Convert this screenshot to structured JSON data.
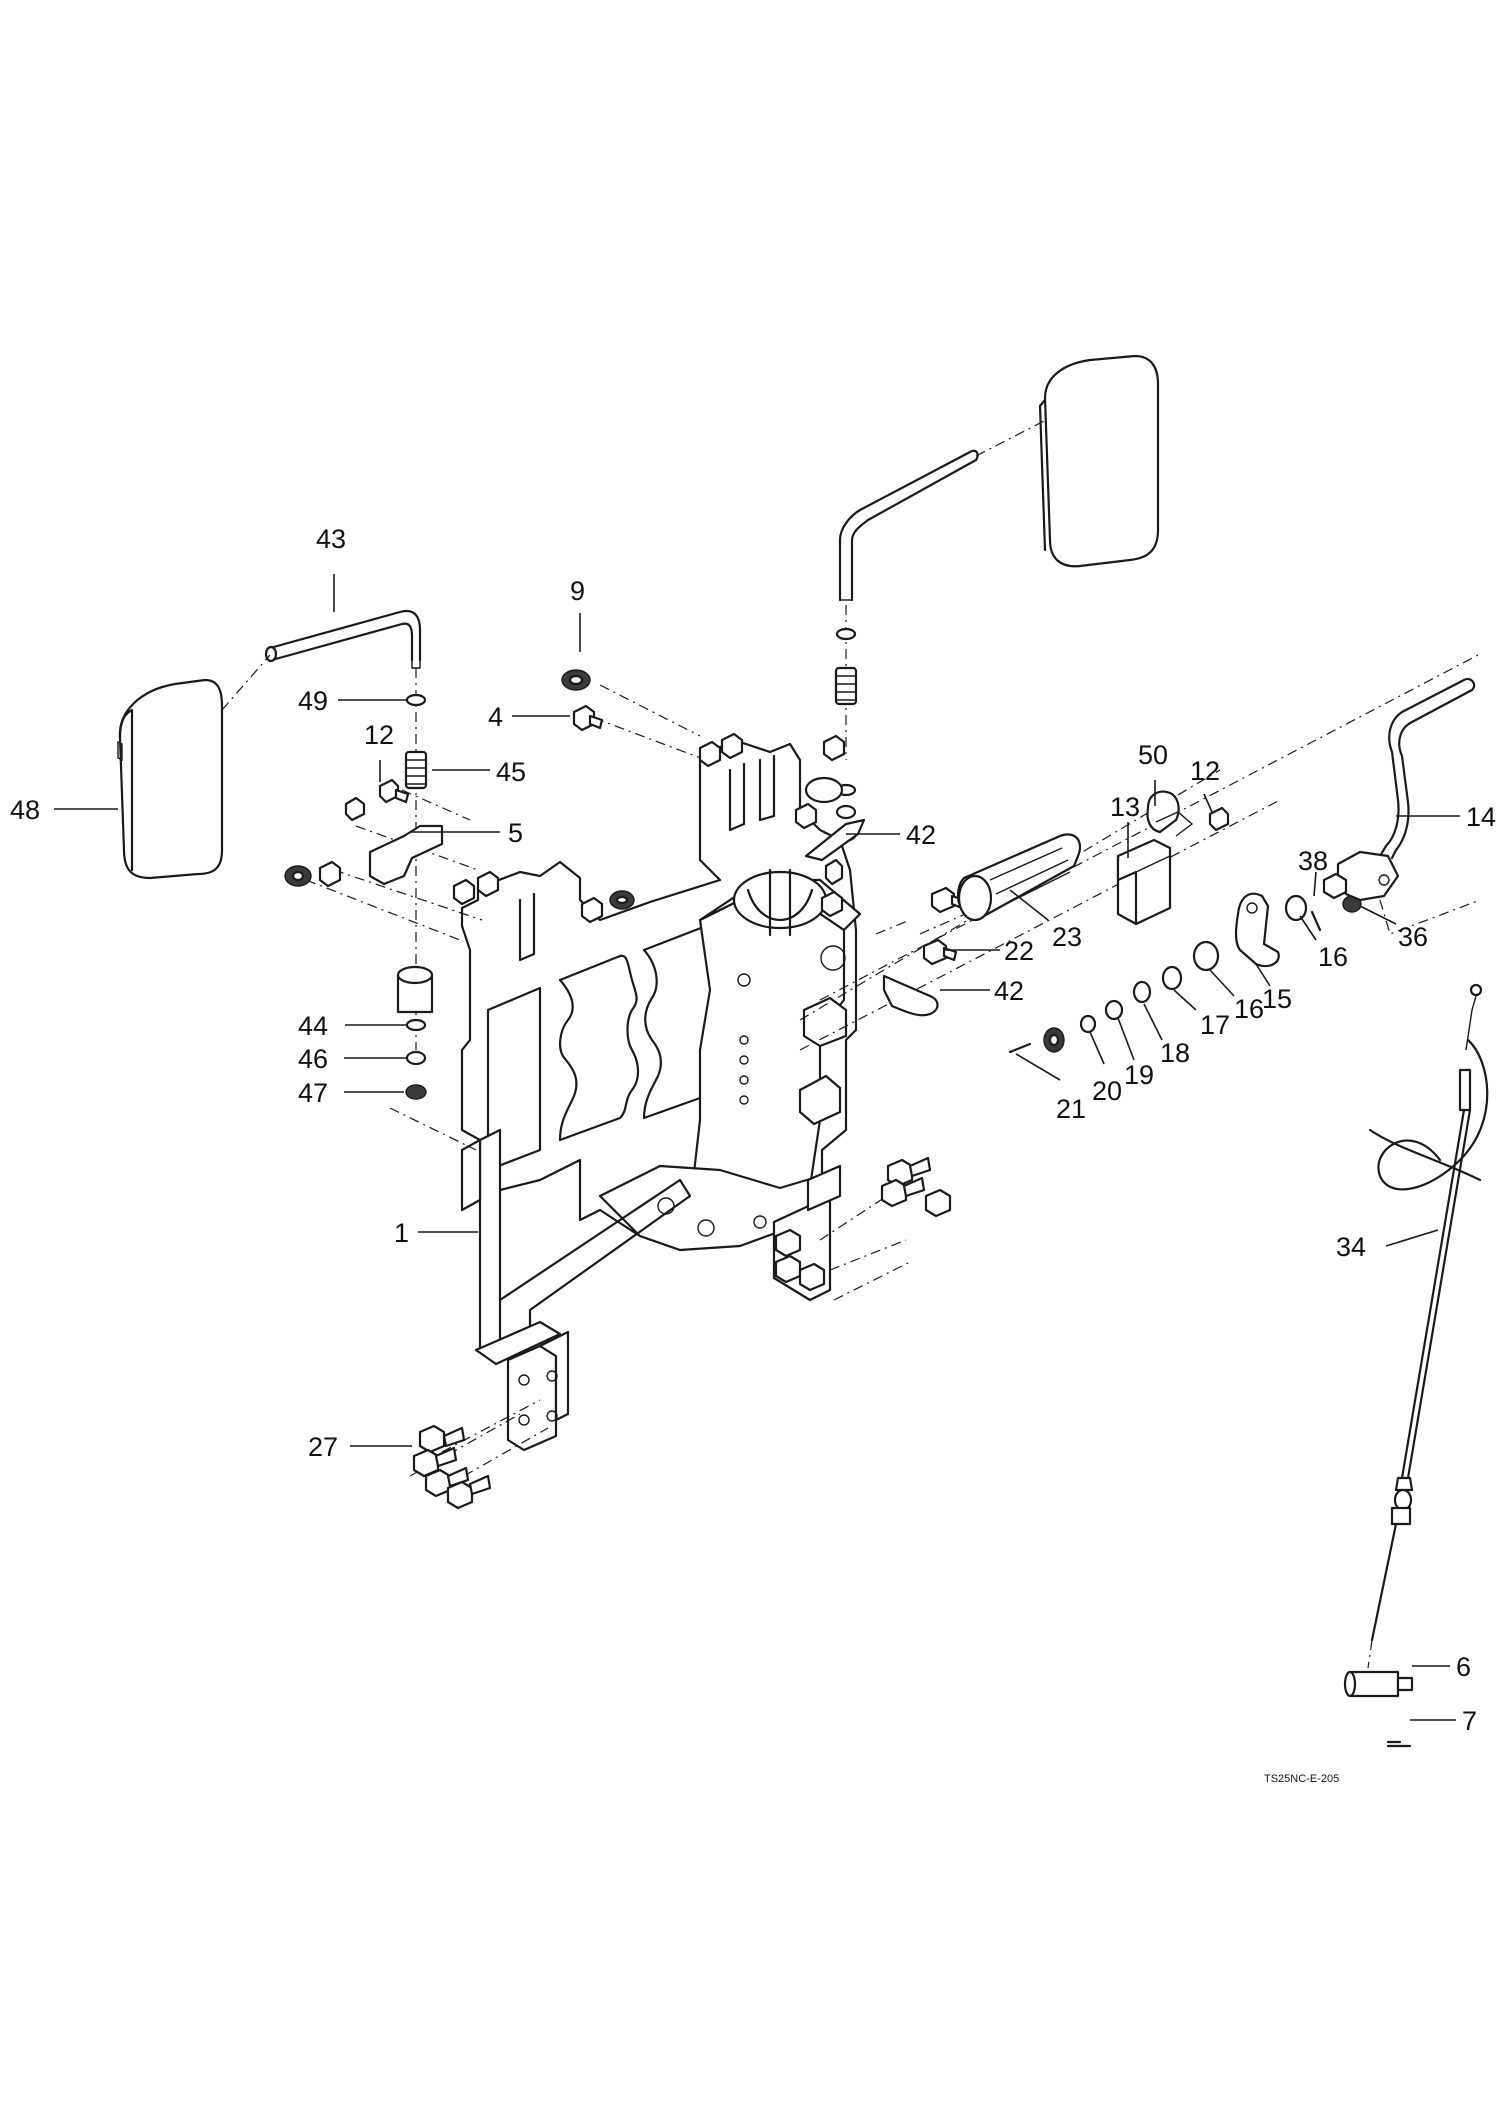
{
  "drawing": {
    "code": "TS25NC-E-205",
    "callouts": [
      {
        "id": "c43",
        "label": "43"
      },
      {
        "id": "c9",
        "label": "9"
      },
      {
        "id": "c49",
        "label": "49"
      },
      {
        "id": "c4",
        "label": "4"
      },
      {
        "id": "c12a",
        "label": "12"
      },
      {
        "id": "c45",
        "label": "45"
      },
      {
        "id": "c48",
        "label": "48"
      },
      {
        "id": "c5",
        "label": "5"
      },
      {
        "id": "c42a",
        "label": "42"
      },
      {
        "id": "c50",
        "label": "50"
      },
      {
        "id": "c12b",
        "label": "12"
      },
      {
        "id": "c13",
        "label": "13"
      },
      {
        "id": "c14",
        "label": "14"
      },
      {
        "id": "c38",
        "label": "38"
      },
      {
        "id": "c36",
        "label": "36"
      },
      {
        "id": "c23",
        "label": "23"
      },
      {
        "id": "c22",
        "label": "22"
      },
      {
        "id": "c16a",
        "label": "16"
      },
      {
        "id": "c15",
        "label": "15"
      },
      {
        "id": "c16b",
        "label": "16"
      },
      {
        "id": "c42b",
        "label": "42"
      },
      {
        "id": "c17",
        "label": "17"
      },
      {
        "id": "c18",
        "label": "18"
      },
      {
        "id": "c19",
        "label": "19"
      },
      {
        "id": "c20",
        "label": "20"
      },
      {
        "id": "c21",
        "label": "21"
      },
      {
        "id": "c44",
        "label": "44"
      },
      {
        "id": "c46",
        "label": "46"
      },
      {
        "id": "c47",
        "label": "47"
      },
      {
        "id": "c1",
        "label": "1"
      },
      {
        "id": "c34",
        "label": "34"
      },
      {
        "id": "c27",
        "label": "27"
      },
      {
        "id": "c6",
        "label": "6"
      },
      {
        "id": "c7",
        "label": "7"
      }
    ]
  }
}
